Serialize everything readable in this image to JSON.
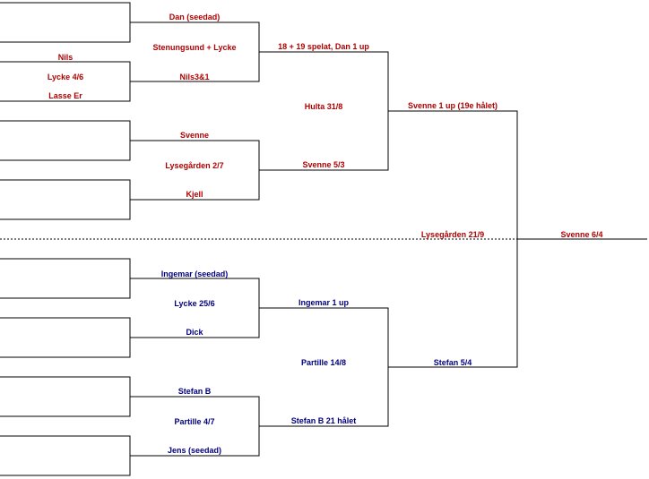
{
  "colors": {
    "top_half_text": "#b00000",
    "bottom_half_text": "#00007f",
    "lines": "#000000"
  },
  "round1": {
    "top": [
      "Nils",
      "Lycke 4/6",
      "Lasse Er"
    ]
  },
  "round2": {
    "top": [
      "Dan (seedad)",
      "Stenungsund + Lycke",
      "Nils3&1",
      "Svenne",
      "Lysegården 2/7",
      "Kjell"
    ],
    "bottom": [
      "Ingemar (seedad)",
      "Lycke 25/6",
      "Dick",
      "Stefan B",
      "Partille 4/7",
      "Jens (seedad)"
    ]
  },
  "quarterfinal": {
    "top": [
      "18 + 19 spelat, Dan 1 up",
      "Hulta 31/8",
      "Svenne 5/3"
    ],
    "bottom": [
      "Ingemar 1 up",
      "Partille 14/8",
      "Stefan B 21 hålet"
    ]
  },
  "semifinal": {
    "top_winner": "Svenne 1 up (19e hålet)",
    "final_venue": "Lysegården 21/9",
    "bottom_winner": "Stefan  5/4"
  },
  "champion": "Svenne 6/4"
}
